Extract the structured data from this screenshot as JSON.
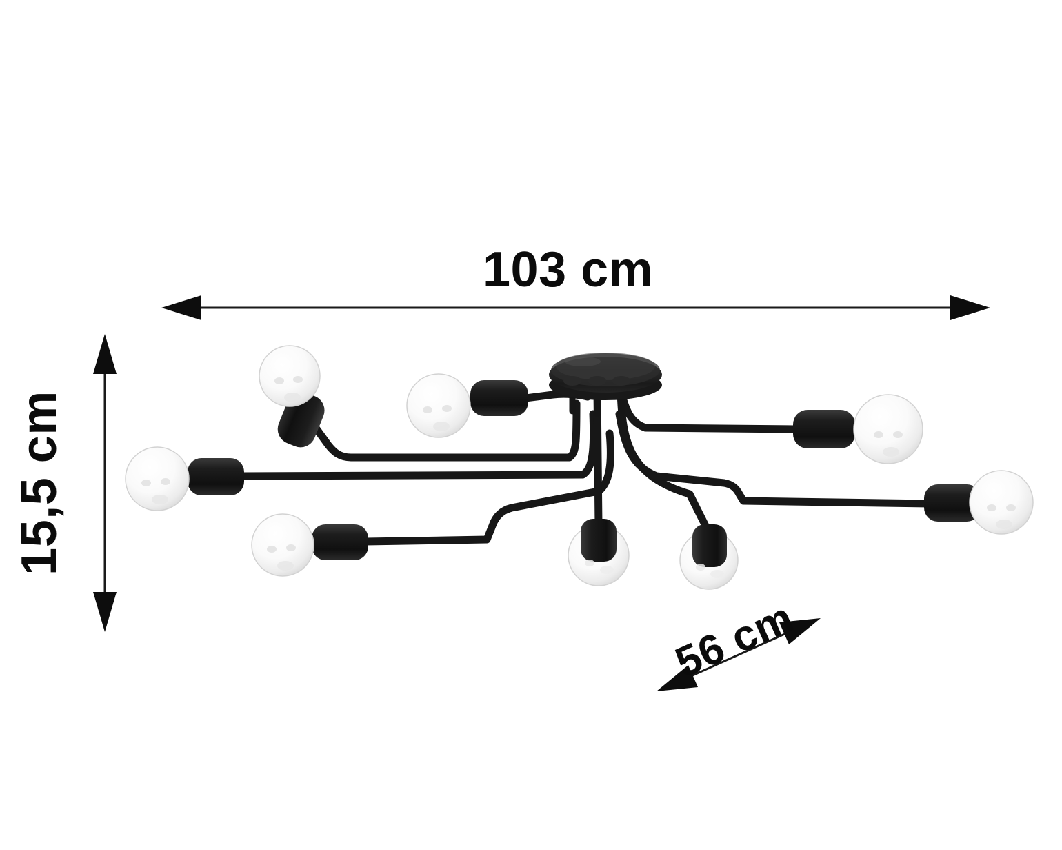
{
  "page": {
    "background_color": "#ffffff",
    "type": "product-dimension-diagram",
    "product": "8-bulb black ceiling lamp"
  },
  "dimensions": {
    "width": {
      "value": "103 cm",
      "orientation": "horizontal",
      "arrow": "double-headed"
    },
    "height": {
      "value": "15,5 cm",
      "orientation": "vertical",
      "arrow": "double-headed"
    },
    "depth": {
      "value": "56 cm",
      "orientation": "diagonal",
      "arrow": "double-headed"
    }
  },
  "colors": {
    "line": "#1a1a1a",
    "metal": "#141414",
    "metal_light": "#4a4a4a",
    "bulb_glass": "#fbfbfb",
    "bulb_shade": "#dcdcdc",
    "bulb_outline": "#cfcfcf",
    "text": "#0b0b0b"
  },
  "lamp": {
    "canopy": "ceiling-mount-disc",
    "bulb_count": 8,
    "arm_count": 8,
    "bulbs": [
      {
        "id": "bulb-top-left",
        "facing": "up-left"
      },
      {
        "id": "bulb-top-center-left",
        "facing": "left"
      },
      {
        "id": "bulb-left-outer",
        "facing": "left"
      },
      {
        "id": "bulb-lower-left",
        "facing": "left"
      },
      {
        "id": "bulb-center-down-left",
        "facing": "down"
      },
      {
        "id": "bulb-center-down-right",
        "facing": "down"
      },
      {
        "id": "bulb-right-upper",
        "facing": "right"
      },
      {
        "id": "bulb-right-lower",
        "facing": "right"
      }
    ]
  }
}
